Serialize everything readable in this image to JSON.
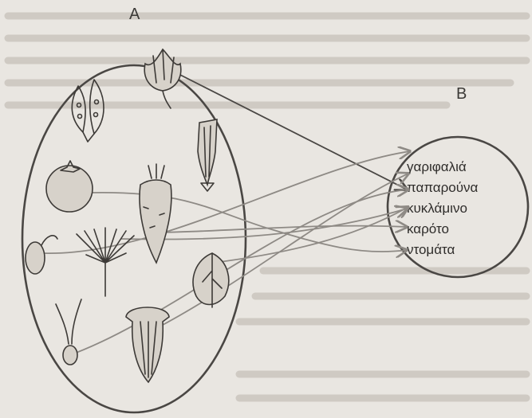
{
  "set_a": {
    "label": "A"
  },
  "set_b": {
    "label": "B",
    "items": [
      "γαριφαλιά",
      "παπαρούνα",
      "κυκλάμινο",
      "καρότο",
      "ντομάτα"
    ]
  },
  "icons": [
    "carnation-flower-icon",
    "pea-pod-icon",
    "carnation-calyx-icon",
    "tomato-icon",
    "carrot-root-icon",
    "cyclamen-seed-icon",
    "carrot-umbel-icon",
    "cyclamen-leaf-icon",
    "carnation-pistil-icon",
    "poppy-capsule-icon"
  ]
}
